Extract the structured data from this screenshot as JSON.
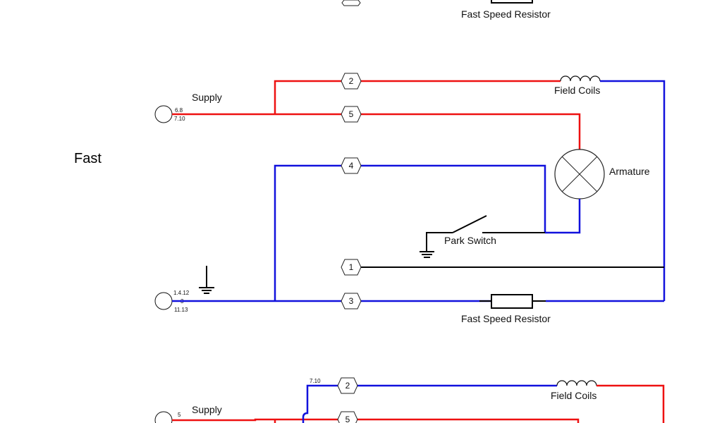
{
  "colors": {
    "supply": "#ee1111",
    "ground": "#1111dd",
    "neutral": "#000000",
    "component": "#111111"
  },
  "top_fragment": {
    "resistor_label": "Fast Speed Resistor"
  },
  "fast": {
    "title": "Fast",
    "supply": {
      "label": "Supply",
      "pin_top": "6.8",
      "pin_bottom": "7.10"
    },
    "ground": {
      "pin_top": "1.4.12",
      "pin_mid": "3",
      "pin_bottom": "11.13"
    },
    "terminals": [
      "2",
      "5",
      "4",
      "1",
      "3"
    ],
    "field_coils_label": "Field Coils",
    "armature_label": "Armature",
    "park_switch_label": "Park Switch",
    "resistor_label": "Fast Speed Resistor"
  },
  "bottom_fragment": {
    "supply": {
      "label": "Supply",
      "pin_top": "5"
    },
    "wire_note": "7.10",
    "terminals": [
      "2",
      "5"
    ],
    "field_coils_label": "Field Coils"
  }
}
